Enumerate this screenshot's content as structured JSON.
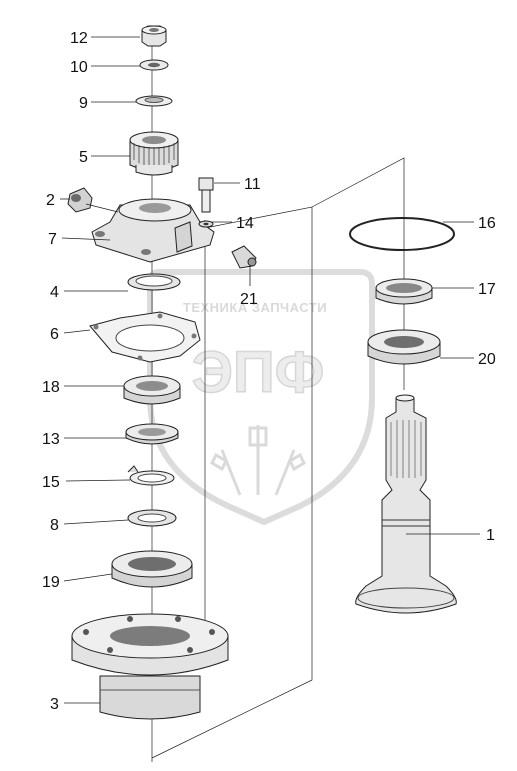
{
  "watermark": {
    "caption": "ТЕХНИКА ЗАПЧАСТИ",
    "logo_text": "ЭПФ"
  },
  "callouts": [
    {
      "id": "12",
      "label": "12"
    },
    {
      "id": "10",
      "label": "10"
    },
    {
      "id": "9",
      "label": "9"
    },
    {
      "id": "5",
      "label": "5"
    },
    {
      "id": "2",
      "label": "2"
    },
    {
      "id": "7",
      "label": "7"
    },
    {
      "id": "11",
      "label": "11"
    },
    {
      "id": "14",
      "label": "14"
    },
    {
      "id": "21",
      "label": "21"
    },
    {
      "id": "4",
      "label": "4"
    },
    {
      "id": "6",
      "label": "6"
    },
    {
      "id": "18",
      "label": "18"
    },
    {
      "id": "13",
      "label": "13"
    },
    {
      "id": "15",
      "label": "15"
    },
    {
      "id": "8",
      "label": "8"
    },
    {
      "id": "19",
      "label": "19"
    },
    {
      "id": "3",
      "label": "3"
    },
    {
      "id": "16",
      "label": "16"
    },
    {
      "id": "17",
      "label": "17"
    },
    {
      "id": "20",
      "label": "20"
    },
    {
      "id": "1",
      "label": "1"
    }
  ]
}
